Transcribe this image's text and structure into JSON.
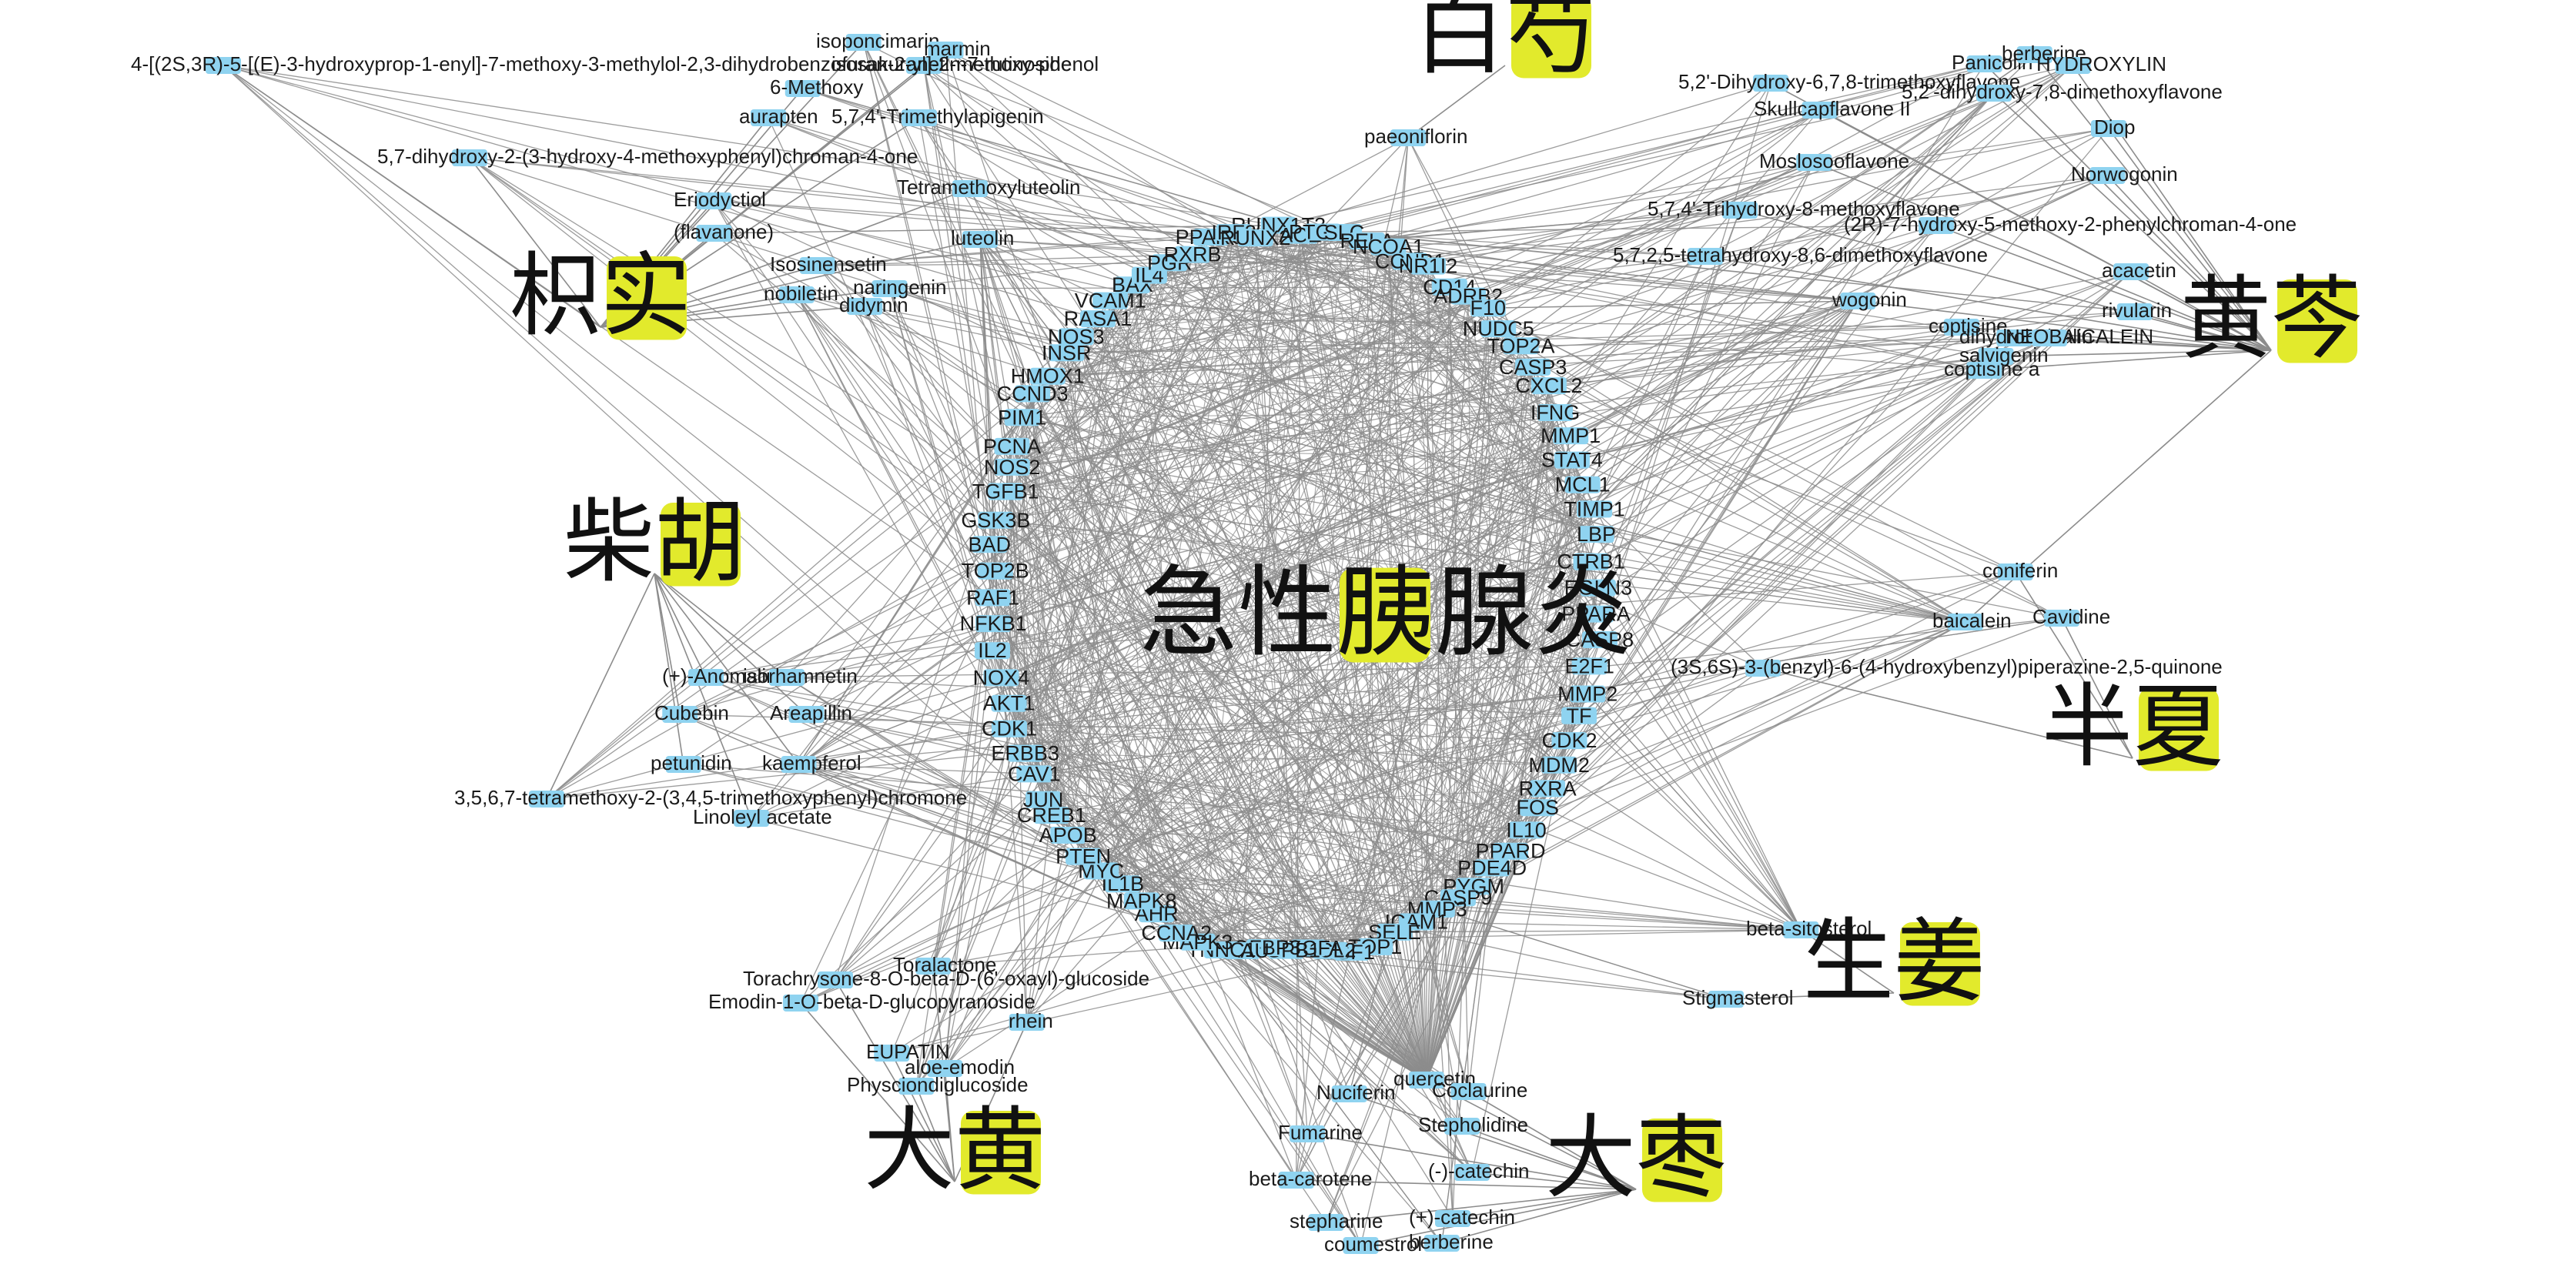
{
  "colors": {
    "edge": "#8c8c8c",
    "node": "#8fd3f0",
    "herb_highlight": "#e2ea2c",
    "text": "#1a1a1a"
  },
  "disease": {
    "label_parts": [
      "急性",
      "胰",
      "腺炎"
    ]
  },
  "herbs": [
    {
      "id": "baishao",
      "label_parts": [
        "白",
        "芍"
      ]
    },
    {
      "id": "zhishi",
      "label_parts": [
        "枳",
        "实"
      ]
    },
    {
      "id": "huangqin",
      "label_parts": [
        "黄",
        "芩"
      ]
    },
    {
      "id": "chaihu",
      "label_parts": [
        "柴",
        "胡"
      ]
    },
    {
      "id": "banxia",
      "label_parts": [
        "半",
        "夏"
      ]
    },
    {
      "id": "shengjiang",
      "label_parts": [
        "生",
        "姜"
      ]
    },
    {
      "id": "dahuang",
      "label_parts": [
        "大",
        "黄"
      ]
    },
    {
      "id": "dazao",
      "label_parts": [
        "大",
        "枣"
      ]
    }
  ],
  "targets": [
    "RUNX1T3",
    "ACE",
    "PTGS2",
    "SLC",
    "RELA",
    "NCOA1",
    "CCNB1",
    "NR1I2",
    "CD14",
    "ADRB2",
    "F10",
    "NUDC5",
    "TOP2A",
    "CASP3",
    "CXCL2",
    "IFNG",
    "MMP1",
    "STAT4",
    "MCL1",
    "TIMP1",
    "LBP",
    "CTRB1",
    "EGLN3",
    "PPARA",
    "CASP8",
    "E2F1",
    "MMP2",
    "TF",
    "CDK2",
    "MDM2",
    "RXRA",
    "FOS",
    "IL10",
    "PPARD",
    "PDE4D",
    "PYGM",
    "CASP9",
    "MMP3",
    "ICAM1",
    "SELE",
    "TOP1",
    "IGF1",
    "BCL2",
    "VEGFA",
    "HSPB1",
    "IGFBP3",
    "PLAU",
    "TNNC1",
    "MAPK3",
    "CCNA2",
    "AHR",
    "MAPK8",
    "IL1B",
    "MYC",
    "PTEN",
    "APOB",
    "CREB1",
    "JUN",
    "CAV1",
    "ERBB3",
    "CDK1",
    "AKT1",
    "NOX4",
    "IL2",
    "NFKB1",
    "RAF1",
    "TOP2B",
    "BAD",
    "GSK3B",
    "TGFB1",
    "NOS2",
    "PCNA",
    "PIM1",
    "CCND3",
    "HMOX1",
    "INSR",
    "NOS3",
    "RASA1",
    "VCAM1",
    "BAX",
    "IL4",
    "PGR",
    "RXRB",
    "PPARG",
    "IRF3",
    "RUNX2"
  ],
  "compounds": {
    "zhishi": [
      "isoponcimarin",
      "marmin",
      "isosakuranetin-7-rutinoside",
      "4-[(2S,3R)-5-[(E)-3-hydroxyprop-1-enyl]-7-methoxy-3-methylol-2,3-dihydrobenzofuran-2-yl]-2-methoxy-phenol",
      "6-Methoxy",
      "aurapten",
      "5,7,4'-Trimethylapigenin",
      "5,7-dihydroxy-2-(3-hydroxy-4-methoxyphenyl)chroman-4-one",
      "Tetramethoxyluteolin",
      "Eriodyctiol",
      "(flavanone)",
      "luteolin",
      "Isosinensetin",
      "naringenin",
      "nobiletin",
      "didymin"
    ],
    "baishao": [
      "paeoniflorin"
    ],
    "huangqin": [
      "coptisine",
      "Panicolin",
      "berberine",
      "HYDROXYLIN",
      "5,2'-Dihydroxy-6,7,8-trimethoxyflavone",
      "Skullcapflavone II",
      "5,2'-dihydroxy-7,8-dimethoxyflavone",
      "Diop",
      "Moslosooflavone",
      "Norwogonin",
      "5,7,4'-Trihydroxy-8-methoxyflavone",
      "(2R)-7-hydroxy-5-methoxy-2-phenylchroman-4-one",
      "5,7,2,5-tetrahydroxy-8,6-dimethoxyflavone",
      "acacetin",
      "wogonin",
      "rivularin",
      "coptisine a",
      "dihydrobaicalin",
      "NEOBAICALEIN",
      "salvigenin",
      "baicalein"
    ],
    "chaihu": [
      "(+)-Anomalin",
      "isorhamnetin",
      "Cubebin",
      "Areapillin",
      "petunidin",
      "kaempferol",
      "3,5,6,7-tetramethoxy-2-(3,4,5-trimethoxyphenyl)chromone",
      "Linoleyl acetate"
    ],
    "banxia": [
      "coniferin",
      "Cavidine",
      "(3S,6S)-3-(benzyl)-6-(4-hydroxybenzyl)piperazine-2,5-quinone"
    ],
    "shengjiang": [
      "beta-sitosterol",
      "Stigmasterol"
    ],
    "dahuang": [
      "Toralactone",
      "Torachrysone-8-O-beta-D-(6'-oxayl)-glucoside",
      "Emodin-1-O-beta-D-glucopyranoside",
      "rhein",
      "EUPATIN",
      "aloe-emodin",
      "Physciondiglucoside"
    ],
    "dazao": [
      "quercetin",
      "Nuciferin",
      "Coclaurine",
      "Fumarine",
      "Stepholidine",
      "beta-carotene",
      "(-)-catechin",
      "(+)-catechin",
      "stepharine",
      "coumestrol",
      "berberine"
    ]
  }
}
